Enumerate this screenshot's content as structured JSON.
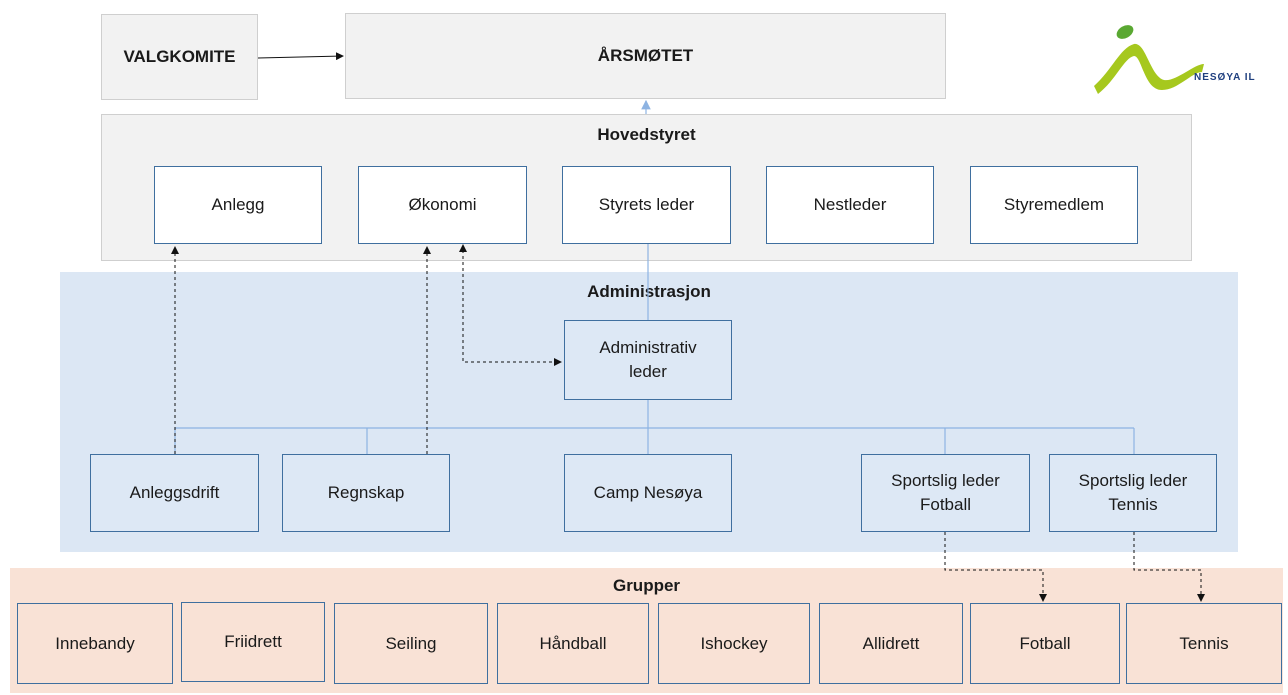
{
  "top": {
    "valgkomite": "VALGKOMITE",
    "arsmotet": "ÅRSMØTET"
  },
  "logo": {
    "text": "NESØYA IL",
    "colors": {
      "swoosh": "#a6c81e",
      "dot": "#5aa832",
      "text": "#1f3f7f"
    }
  },
  "hovedstyret": {
    "title": "Hovedstyret",
    "members": [
      "Anlegg",
      "Økonomi",
      "Styrets leder",
      "Nestleder",
      "Styremedlem"
    ]
  },
  "administrasjon": {
    "title": "Administrasjon",
    "leader": "Administrativ leder",
    "units": [
      "Anleggsdrift",
      "Regnskap",
      "Camp Nesøya",
      "Sportslig leder Fotball",
      "Sportslig leder Tennis"
    ]
  },
  "grupper": {
    "title": "Grupper",
    "items": [
      "Innebandy",
      "Friidrett",
      "Seiling",
      "Håndball",
      "Ishockey",
      "Allidrett",
      "Fotball",
      "Tennis"
    ]
  },
  "colors": {
    "panel_gray": "#f2f2f2",
    "panel_blue": "#dce7f4",
    "panel_peach": "#f9e2d6",
    "box_border": "#3f6f9f",
    "line_solid": "#8db3e2"
  }
}
